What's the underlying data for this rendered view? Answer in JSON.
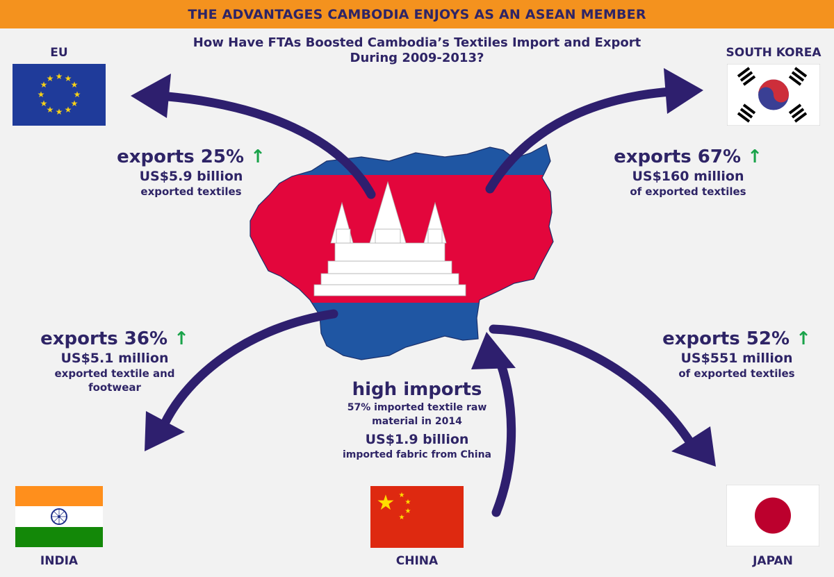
{
  "header": {
    "banner_title": "THE ADVANTAGES CAMBODIA ENJOYS AS AN ASEAN MEMBER",
    "subtitle_line1": "How Have FTAs Boosted Cambodia’s Textiles Import and Export",
    "subtitle_line2": "During 2009-2013?"
  },
  "colors": {
    "banner": "#f4921e",
    "text": "#2e2466",
    "arrow": "#2e1f6e",
    "up_arrow": "#1aa34a",
    "cambodia_blue": "#1f56a3",
    "cambodia_red": "#e3063c"
  },
  "countries": {
    "eu": {
      "label": "EU",
      "headline": "exports 25%",
      "amount": "US$5.9 billion",
      "desc": "exported textiles"
    },
    "south_korea": {
      "label": "SOUTH KOREA",
      "headline": "exports 67%",
      "amount": "US$160 million",
      "desc": "of exported textiles"
    },
    "india": {
      "label": "INDIA",
      "headline": "exports 36%",
      "amount": "US$5.1 million",
      "desc_line1": "exported textile and",
      "desc_line2": "footwear"
    },
    "japan": {
      "label": "JAPAN",
      "headline": "exports 52%",
      "amount": "US$551 million",
      "desc": "of exported textiles"
    },
    "china": {
      "label": "CHINA",
      "headline": "high imports",
      "desc_line1": "57% imported textile raw",
      "desc_line2": "material in 2014",
      "amount": "US$1.9 billion",
      "desc_line3": "imported fabric from China"
    }
  },
  "up_arrow_glyph": "↑",
  "icons": [
    "eu-flag-icon",
    "south-korea-flag-icon",
    "india-flag-icon",
    "china-flag-icon",
    "japan-flag-icon",
    "cambodia-map-flag-icon",
    "up-arrow-icon"
  ]
}
